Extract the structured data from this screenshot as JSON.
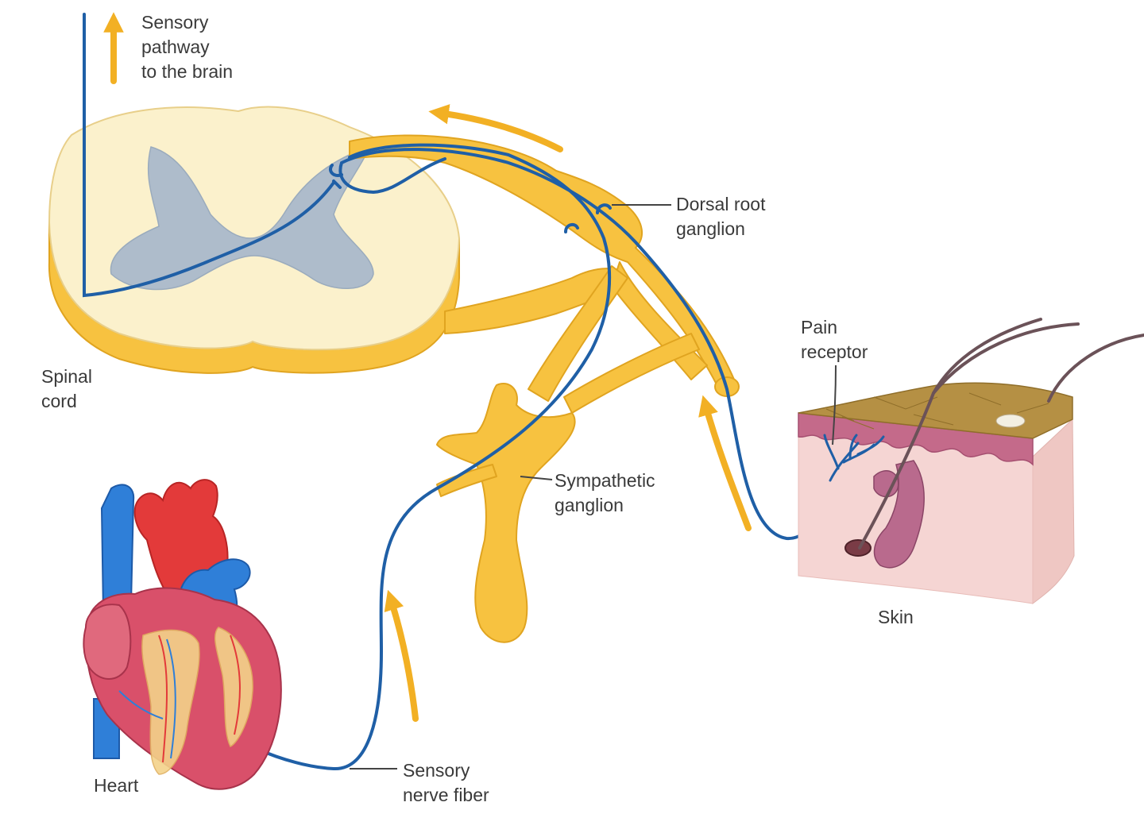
{
  "labels": {
    "sensory_pathway": [
      "Sensory",
      "pathway",
      "to the brain"
    ],
    "spinal_cord": [
      "Spinal",
      "cord"
    ],
    "dorsal_root_ganglion": [
      "Dorsal root",
      "ganglion"
    ],
    "pain_receptor": [
      "Pain",
      "receptor"
    ],
    "skin": "Skin",
    "sympathetic_ganglion": [
      "Sympathetic",
      "ganglion"
    ],
    "heart": "Heart",
    "sensory_nerve_fiber": [
      "Sensory",
      "nerve fiber"
    ]
  },
  "colors": {
    "nerve_fiber": "#1f5fa6",
    "nerve_tissue": "#f7c240",
    "spinal_cord": "#fbf1cc",
    "gray_matter": "#aebccb",
    "arrow": "#f2b024",
    "artery": "#e33a3a",
    "vein": "#2f7fd8",
    "heart_muscle": "#d9506a",
    "skin_surface": "#b59044",
    "dermis": "#f5d5d3"
  }
}
